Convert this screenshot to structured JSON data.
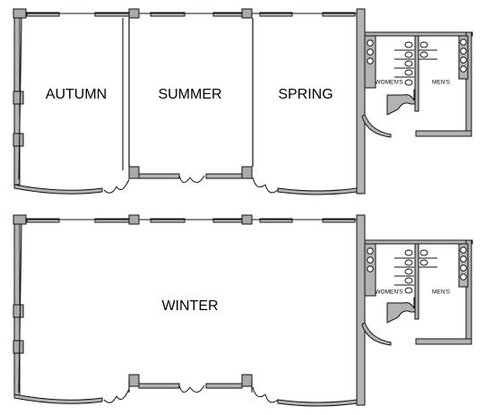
{
  "upper_floor": {
    "rooms": [
      "AUTUMN",
      "SUMMER",
      "SPRING"
    ],
    "restroom_labels": [
      "WOMEN'S",
      "MEN'S"
    ]
  },
  "lower_floor": {
    "rooms": [
      "WINTER"
    ],
    "restroom_labels": [
      "WOMEN'S",
      "MEN'S"
    ]
  },
  "colors": {
    "wall_fill": "#b3b3b3",
    "outline": "#111111",
    "background": "#ffffff"
  }
}
